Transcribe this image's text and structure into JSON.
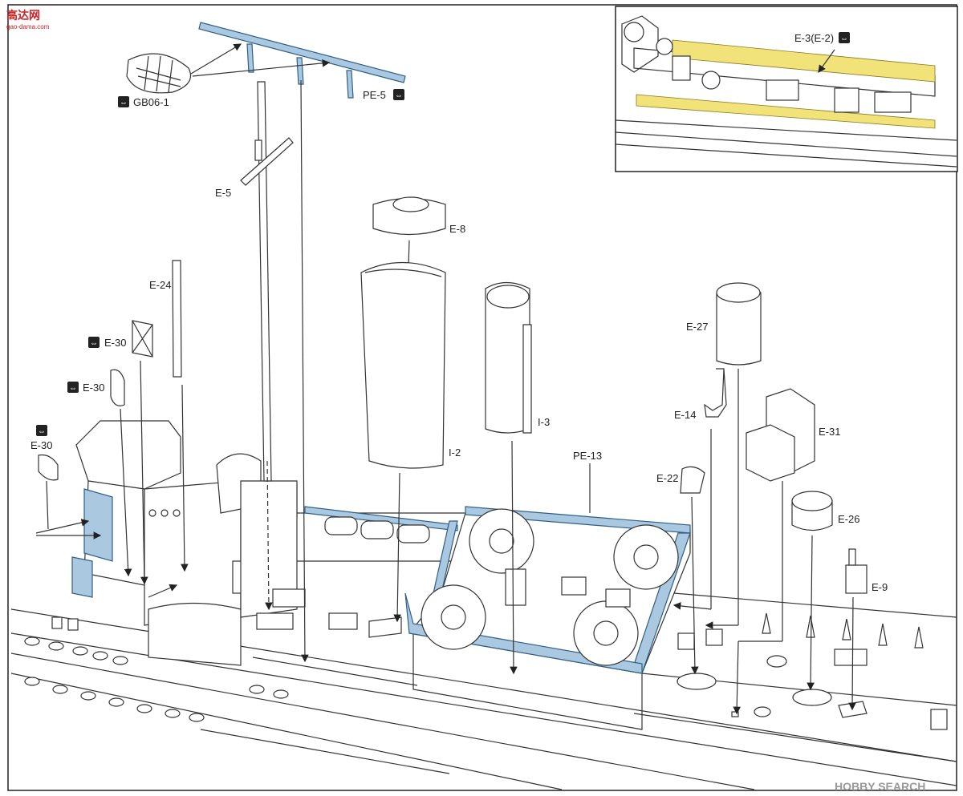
{
  "labels": {
    "gb06_1": "GB06-1",
    "pe5": "PE-5",
    "e5": "E-5",
    "e8": "E-8",
    "e24": "E-24",
    "e27": "E-27",
    "e30": "E-30",
    "e14": "E-14",
    "i3": "I-3",
    "e31": "E-31",
    "i2": "I-2",
    "pe13": "PE-13",
    "e22": "E-22",
    "e26": "E-26",
    "e9": "E-9",
    "e3_e2": "E-3(E-2)"
  },
  "icons": {
    "flip_badge": "flip-icon"
  },
  "colors": {
    "photo_etch_blue": "#aac8e0",
    "inset_yellow": "#f2e27a",
    "line": "#333333"
  },
  "watermark": {
    "top_left": "高达网",
    "top_left_url": "gao-dama.com",
    "bottom_right": "HOBBY SEARCH"
  }
}
